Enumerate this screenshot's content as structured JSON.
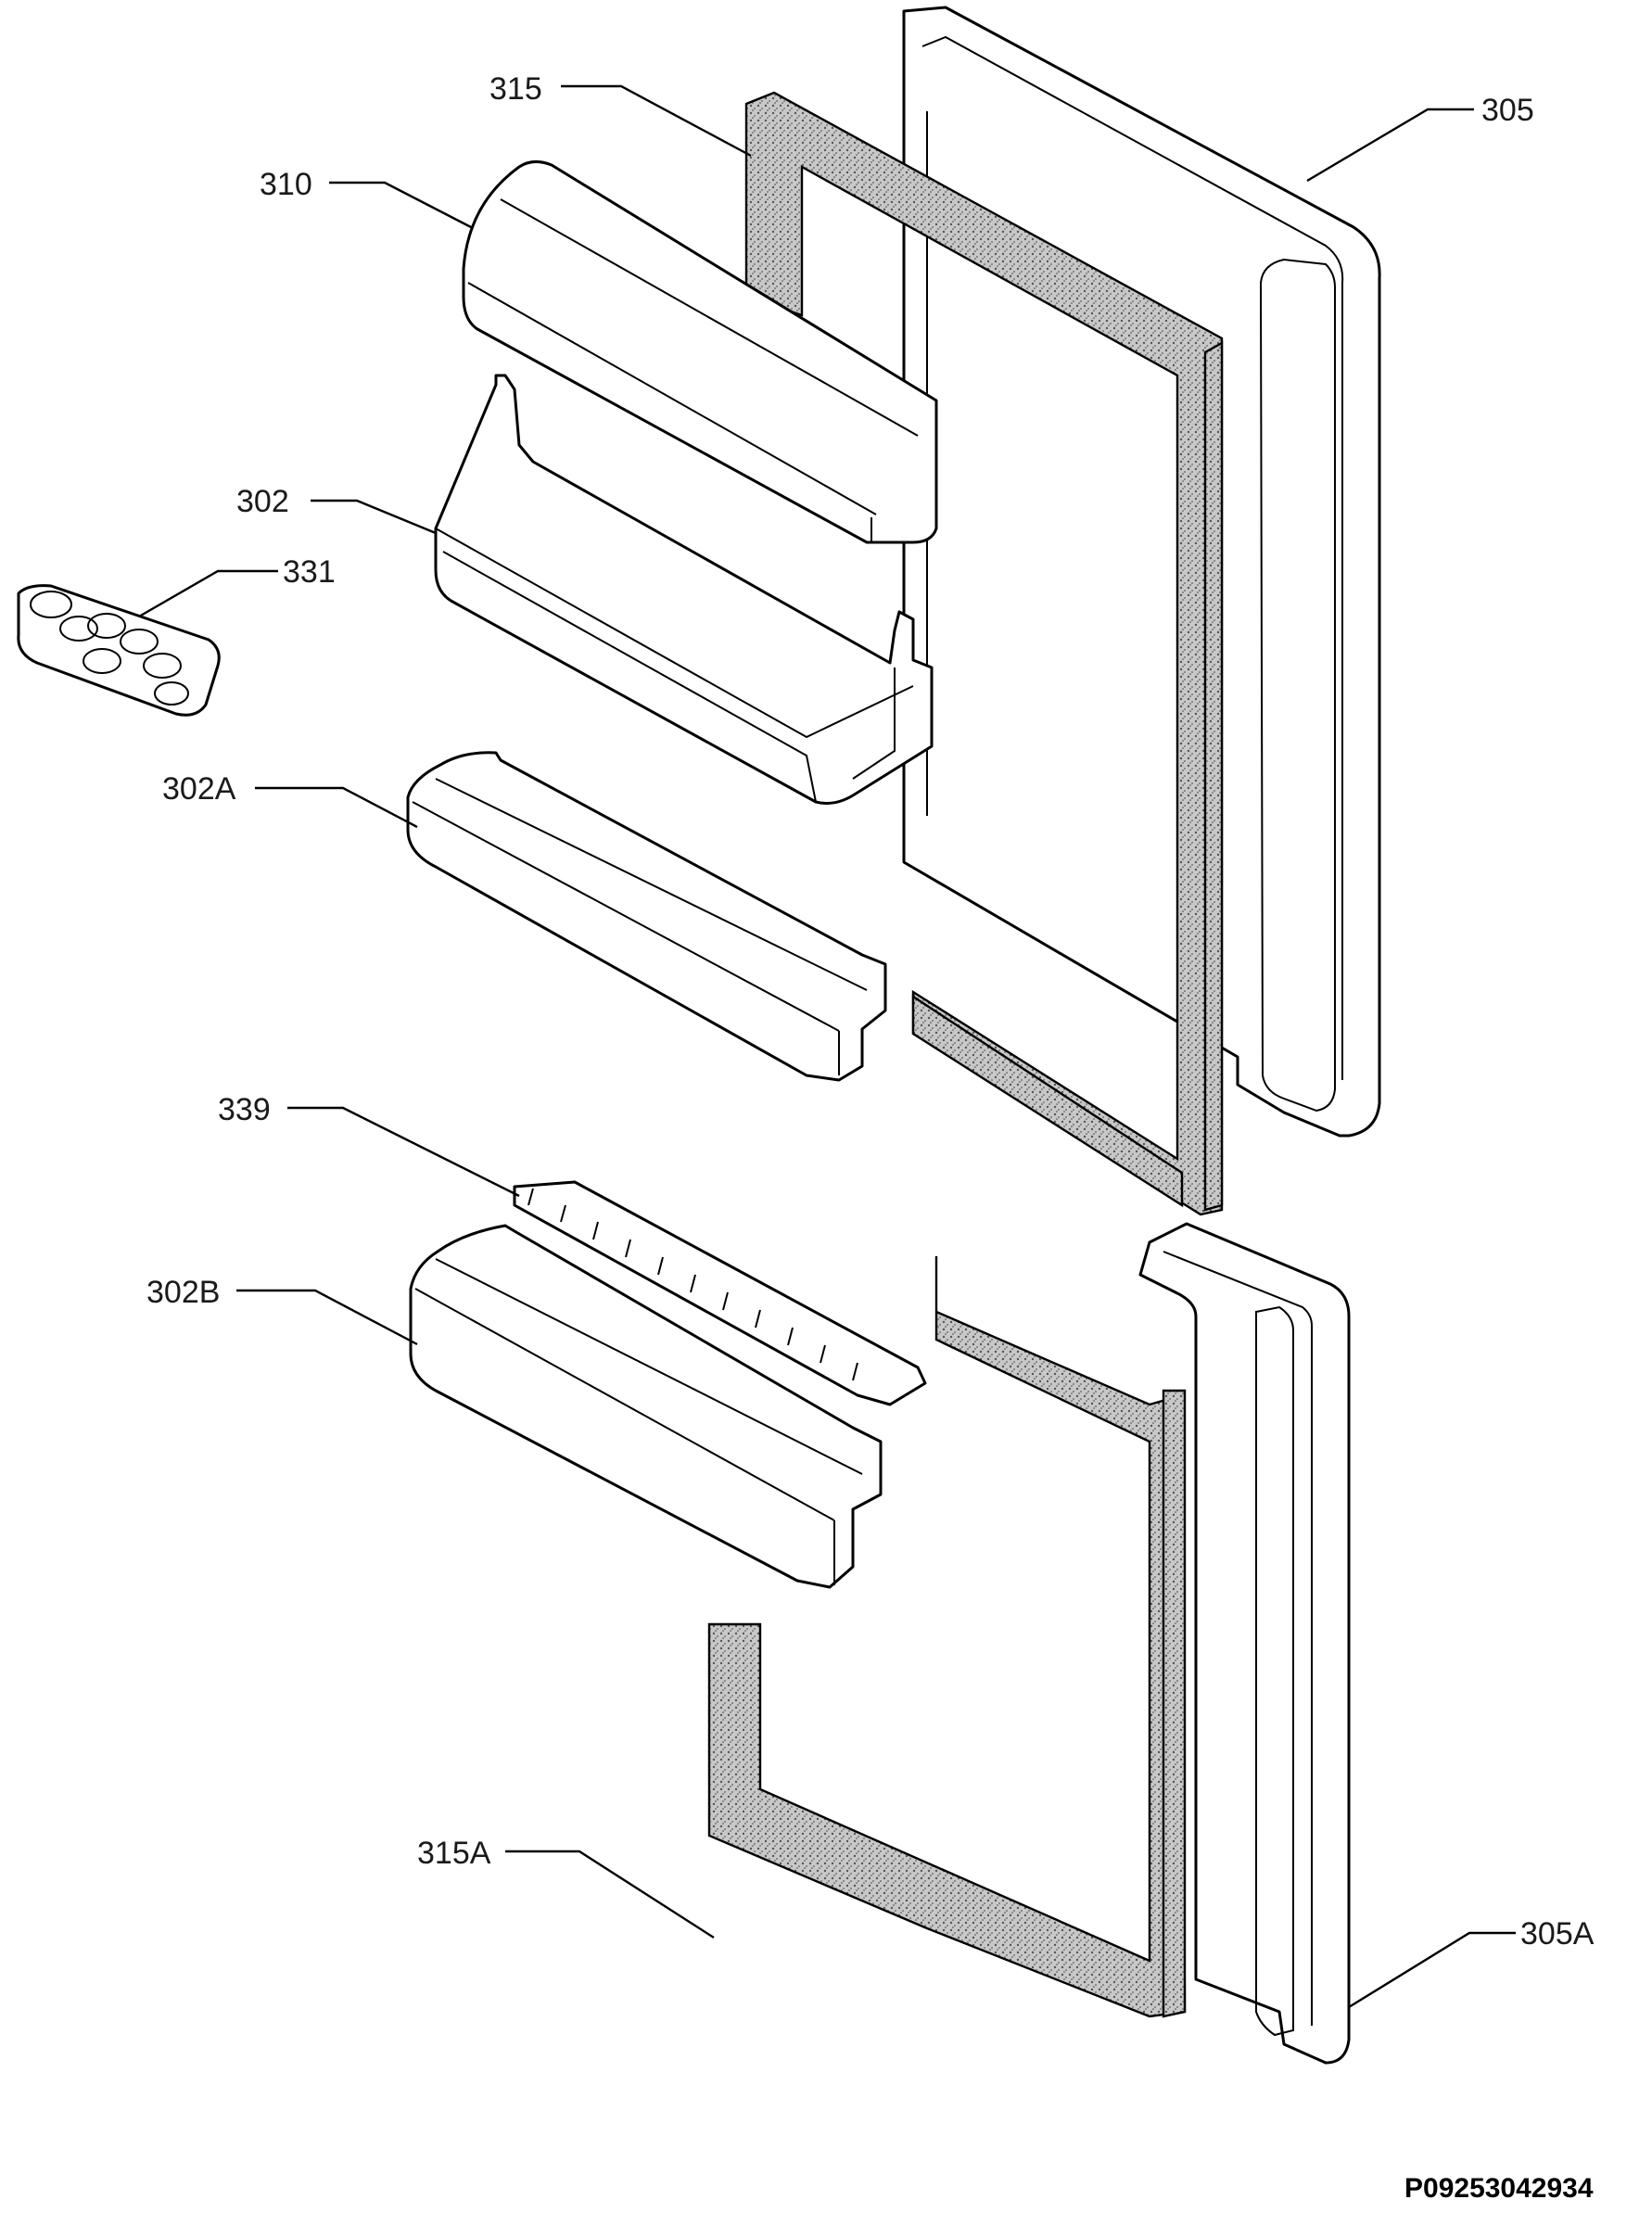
{
  "diagram": {
    "callouts": [
      {
        "id": "315",
        "label": "315"
      },
      {
        "id": "305",
        "label": "305"
      },
      {
        "id": "310",
        "label": "310"
      },
      {
        "id": "302",
        "label": "302"
      },
      {
        "id": "331",
        "label": "331"
      },
      {
        "id": "302A",
        "label": "302A"
      },
      {
        "id": "339",
        "label": "339"
      },
      {
        "id": "302B",
        "label": "302B"
      },
      {
        "id": "315A",
        "label": "315A"
      },
      {
        "id": "305A",
        "label": "305A"
      }
    ],
    "drawing_code": "P09253042934"
  }
}
